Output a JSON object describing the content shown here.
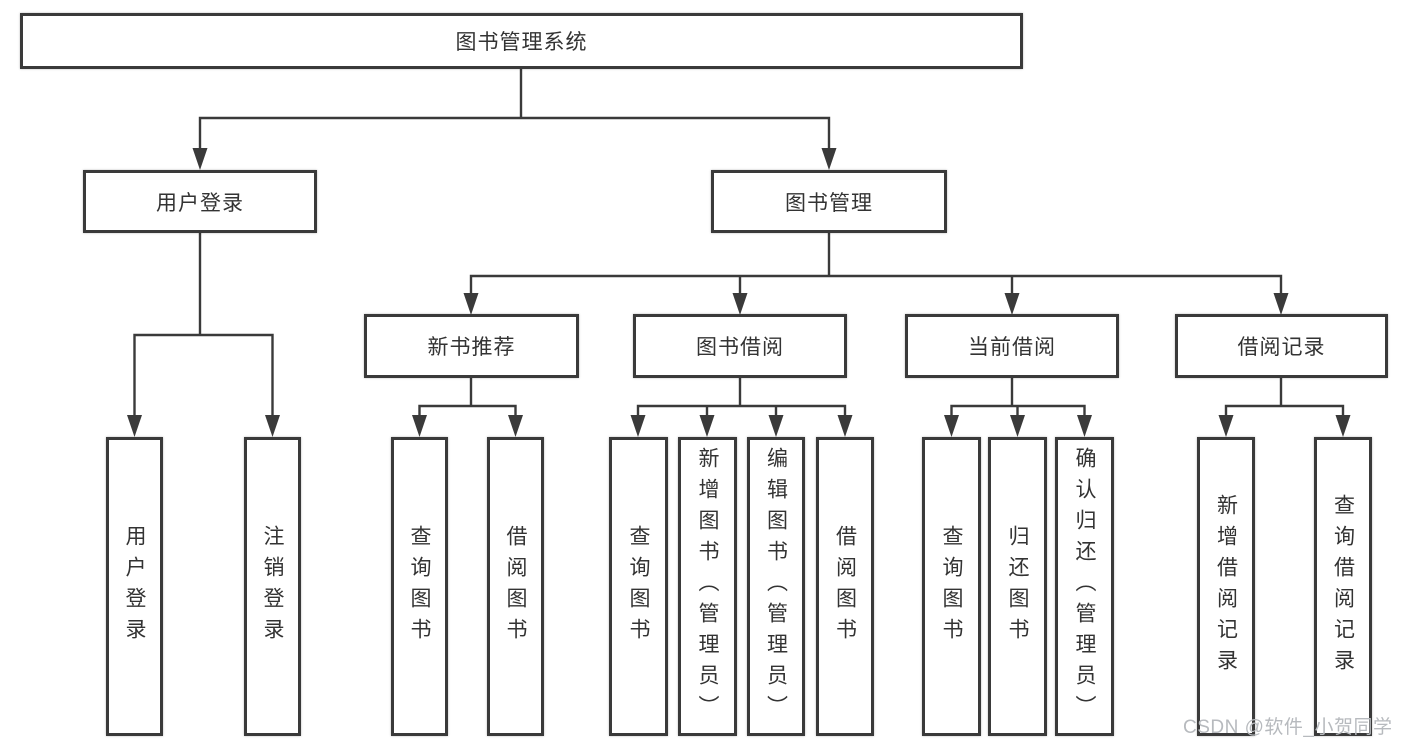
{
  "diagram": {
    "title": "图书管理系统",
    "root": {
      "label": "图书管理系统"
    },
    "level1": [
      {
        "id": "user-login",
        "label": "用户登录"
      },
      {
        "id": "book-management",
        "label": "图书管理"
      }
    ],
    "level2": [
      {
        "id": "new-book-recommend",
        "label": "新书推荐",
        "parent": "图书管理"
      },
      {
        "id": "book-borrow",
        "label": "图书借阅",
        "parent": "图书管理"
      },
      {
        "id": "current-borrow",
        "label": "当前借阅",
        "parent": "图书管理"
      },
      {
        "id": "borrow-records",
        "label": "借阅记录",
        "parent": "图书管理"
      }
    ],
    "leaves": [
      {
        "group": "用户登录",
        "label": "用户登录"
      },
      {
        "group": "用户登录",
        "label": "注销登录"
      },
      {
        "group": "新书推荐",
        "label": "查询图书"
      },
      {
        "group": "新书推荐",
        "label": "借阅图书"
      },
      {
        "group": "图书借阅",
        "label": "查询图书"
      },
      {
        "group": "图书借阅",
        "label": "新增图书（管理员）"
      },
      {
        "group": "图书借阅",
        "label": "编辑图书（管理员）"
      },
      {
        "group": "图书借阅",
        "label": "借阅图书"
      },
      {
        "group": "当前借阅",
        "label": "查询图书"
      },
      {
        "group": "当前借阅",
        "label": "归还图书"
      },
      {
        "group": "当前借阅",
        "label": "确认归还（管理员）"
      },
      {
        "group": "借阅记录",
        "label": "新增借阅记录"
      },
      {
        "group": "借阅记录",
        "label": "查询借阅记录"
      }
    ]
  },
  "watermark": {
    "text": "CSDN @软件_小贺同学"
  },
  "colors": {
    "line": "#3a3a3a",
    "box_border": "#3a3a3a",
    "text": "#333333",
    "watermark": "#b7babe",
    "background": "#ffffff"
  }
}
